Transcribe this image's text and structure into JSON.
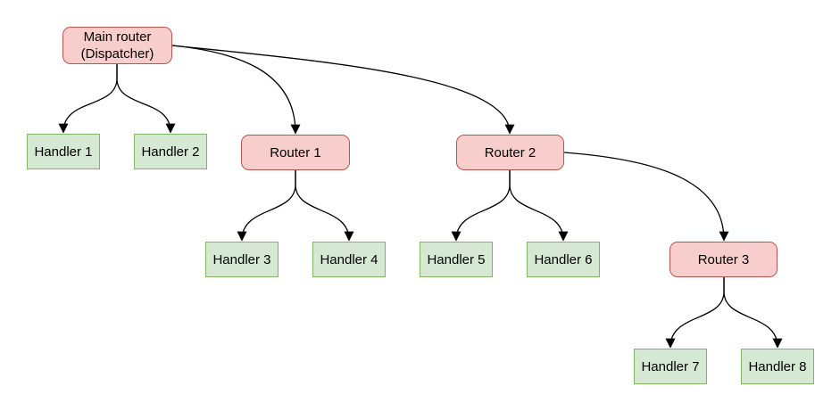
{
  "diagram": {
    "type": "flowchart-tree",
    "background_color": "#ffffff",
    "colors": {
      "router_fill": "#f8cecc",
      "router_border": "#b85450",
      "handler_fill": "#d5e8d4",
      "handler_border": "#82b366",
      "edge_stroke": "#000000",
      "label_text": "#000000"
    },
    "nodes": {
      "main_router": {
        "label": "Main router\n(Dispatcher)",
        "type": "router"
      },
      "handler_1": {
        "label": "Handler 1",
        "type": "handler"
      },
      "handler_2": {
        "label": "Handler 2",
        "type": "handler"
      },
      "router_1": {
        "label": "Router 1",
        "type": "router"
      },
      "router_2": {
        "label": "Router 2",
        "type": "router"
      },
      "handler_3": {
        "label": "Handler 3",
        "type": "handler"
      },
      "handler_4": {
        "label": "Handler 4",
        "type": "handler"
      },
      "handler_5": {
        "label": "Handler 5",
        "type": "handler"
      },
      "handler_6": {
        "label": "Handler 6",
        "type": "handler"
      },
      "router_3": {
        "label": "Router 3",
        "type": "router"
      },
      "handler_7": {
        "label": "Handler 7",
        "type": "handler"
      },
      "handler_8": {
        "label": "Handler 8",
        "type": "handler"
      }
    },
    "edges": [
      {
        "from": "main_router",
        "to": "handler_1"
      },
      {
        "from": "main_router",
        "to": "handler_2"
      },
      {
        "from": "main_router",
        "to": "router_1"
      },
      {
        "from": "main_router",
        "to": "router_2"
      },
      {
        "from": "router_1",
        "to": "handler_3"
      },
      {
        "from": "router_1",
        "to": "handler_4"
      },
      {
        "from": "router_2",
        "to": "handler_5"
      },
      {
        "from": "router_2",
        "to": "handler_6"
      },
      {
        "from": "router_2",
        "to": "router_3"
      },
      {
        "from": "router_3",
        "to": "handler_7"
      },
      {
        "from": "router_3",
        "to": "handler_8"
      }
    ]
  }
}
